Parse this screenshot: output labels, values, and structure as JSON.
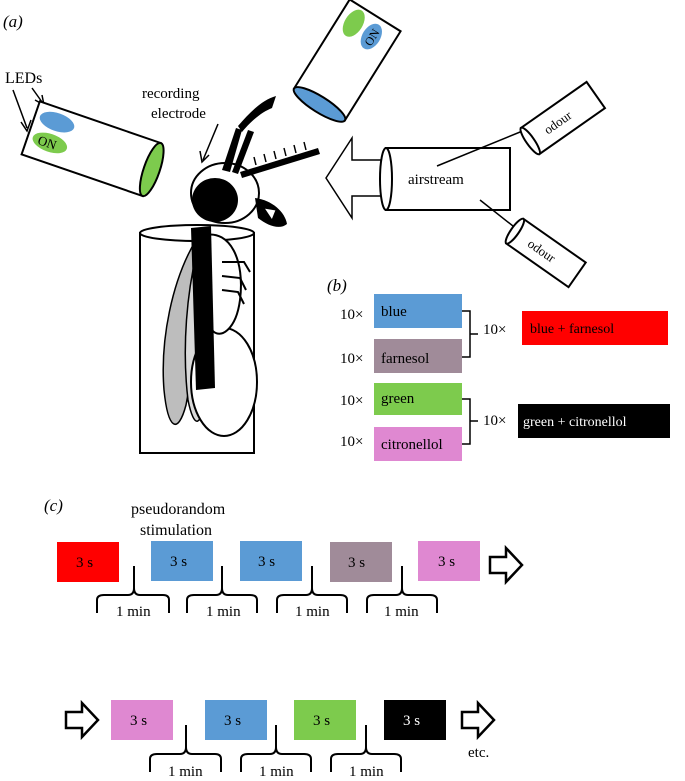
{
  "panel_a": {
    "label": "(a)",
    "leds_label": "LEDs",
    "electrode_label_1": "recording",
    "electrode_label_2": "electrode",
    "led_on_left": "ON",
    "led_on_top": "ON",
    "odour_top": "odour",
    "odour_bottom": "odour",
    "airstream": "airstream"
  },
  "panel_b": {
    "label": "(b)",
    "rows": [
      {
        "count": "10×",
        "name": "blue",
        "color": "#5b9bd5"
      },
      {
        "count": "10×",
        "name": "farnesol",
        "color": "#a08b99"
      },
      {
        "count": "10×",
        "name": "green",
        "color": "#7dcb4d"
      },
      {
        "count": "10×",
        "name": "citronellol",
        "color": "#df88d1"
      }
    ],
    "combos": [
      {
        "count": "10×",
        "name": "blue + farnesol",
        "color": "#ff0000"
      },
      {
        "count": "10×",
        "name": "green + citronellol",
        "color": "#000000"
      }
    ]
  },
  "panel_c": {
    "label": "(c)",
    "title_1": "pseudorandom",
    "title_2": "stimulation",
    "row1": [
      {
        "text": "3 s",
        "color": "#ff0000"
      },
      {
        "text": "3 s",
        "color": "#5b9bd5"
      },
      {
        "text": "3 s",
        "color": "#5b9bd5"
      },
      {
        "text": "3 s",
        "color": "#a08b99"
      },
      {
        "text": "3 s",
        "color": "#df88d1"
      }
    ],
    "row2": [
      {
        "text": "3 s",
        "color": "#df88d1"
      },
      {
        "text": "3 s",
        "color": "#5b9bd5"
      },
      {
        "text": "3 s",
        "color": "#7dcb4d"
      },
      {
        "text": "3 s",
        "color": "#000000"
      }
    ],
    "interval": "1 min",
    "etc": "etc."
  }
}
